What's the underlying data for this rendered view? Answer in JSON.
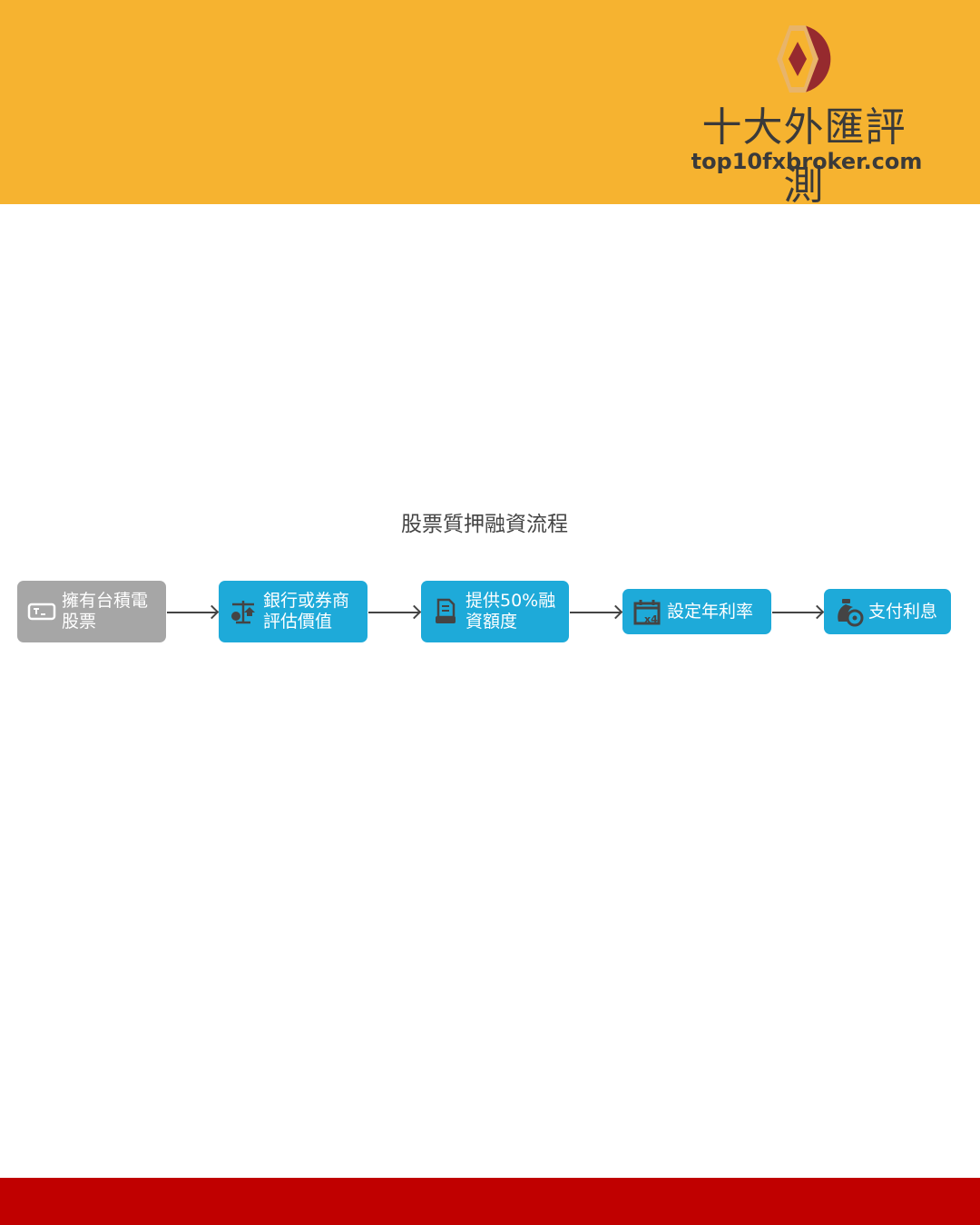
{
  "brand": {
    "name_cn": "十大外匯評測",
    "url": "top10fxbroker.com",
    "colors": {
      "header": "#f6b330",
      "footer": "#c00000",
      "logo_red": "#962a2e"
    }
  },
  "diagram": {
    "title": "股票質押融資流程",
    "nodes": [
      {
        "label": "擁有台積電股票",
        "lines": [
          "擁有台積電",
          "股票"
        ],
        "icon": "stock-terminal-icon",
        "color": "#a6a6a6"
      },
      {
        "label": "銀行或券商評估價值",
        "lines": [
          "銀行或券商",
          "評估價值"
        ],
        "icon": "scale-valuation-icon",
        "color": "#1eaad9"
      },
      {
        "label": "提供50%融資額度",
        "lines": [
          "提供50%融",
          "資額度"
        ],
        "icon": "loan-document-icon",
        "color": "#1eaad9"
      },
      {
        "label": "設定年利率",
        "lines": [
          "設定年利率"
        ],
        "icon": "calendar-rate-icon",
        "color": "#1eaad9"
      },
      {
        "label": "支付利息",
        "lines": [
          "支付利息"
        ],
        "icon": "money-bag-icon",
        "color": "#1eaad9"
      }
    ],
    "edges": [
      [
        0,
        1
      ],
      [
        1,
        2
      ],
      [
        2,
        3
      ],
      [
        3,
        4
      ]
    ]
  }
}
